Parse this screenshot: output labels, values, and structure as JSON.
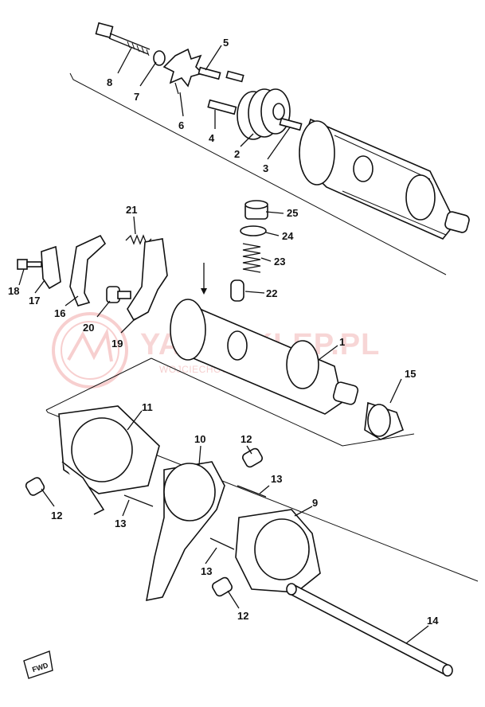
{
  "watermark": {
    "title": "YAMASKLEP.PL",
    "subtitle": "WOJCIECHOWSKI DEALER YAMAHA"
  },
  "direction_tag": "FWD",
  "callouts": [
    {
      "id": "8",
      "text": "8"
    },
    {
      "id": "7",
      "text": "7"
    },
    {
      "id": "5",
      "text": "5"
    },
    {
      "id": "6",
      "text": "6"
    },
    {
      "id": "4",
      "text": "4"
    },
    {
      "id": "2",
      "text": "2"
    },
    {
      "id": "3",
      "text": "3"
    },
    {
      "id": "25",
      "text": "25"
    },
    {
      "id": "24",
      "text": "24"
    },
    {
      "id": "23",
      "text": "23"
    },
    {
      "id": "22",
      "text": "22"
    },
    {
      "id": "21",
      "text": "21"
    },
    {
      "id": "18",
      "text": "18"
    },
    {
      "id": "17",
      "text": "17"
    },
    {
      "id": "16",
      "text": "16"
    },
    {
      "id": "20",
      "text": "20"
    },
    {
      "id": "19",
      "text": "19"
    },
    {
      "id": "1",
      "text": "1"
    },
    {
      "id": "15",
      "text": "15"
    },
    {
      "id": "11",
      "text": "11"
    },
    {
      "id": "10",
      "text": "10"
    },
    {
      "id": "12a",
      "text": "12"
    },
    {
      "id": "13a",
      "text": "13"
    },
    {
      "id": "9",
      "text": "9"
    },
    {
      "id": "12b",
      "text": "12"
    },
    {
      "id": "13b",
      "text": "13"
    },
    {
      "id": "13c",
      "text": "13"
    },
    {
      "id": "12c",
      "text": "12"
    },
    {
      "id": "14",
      "text": "14"
    }
  ]
}
